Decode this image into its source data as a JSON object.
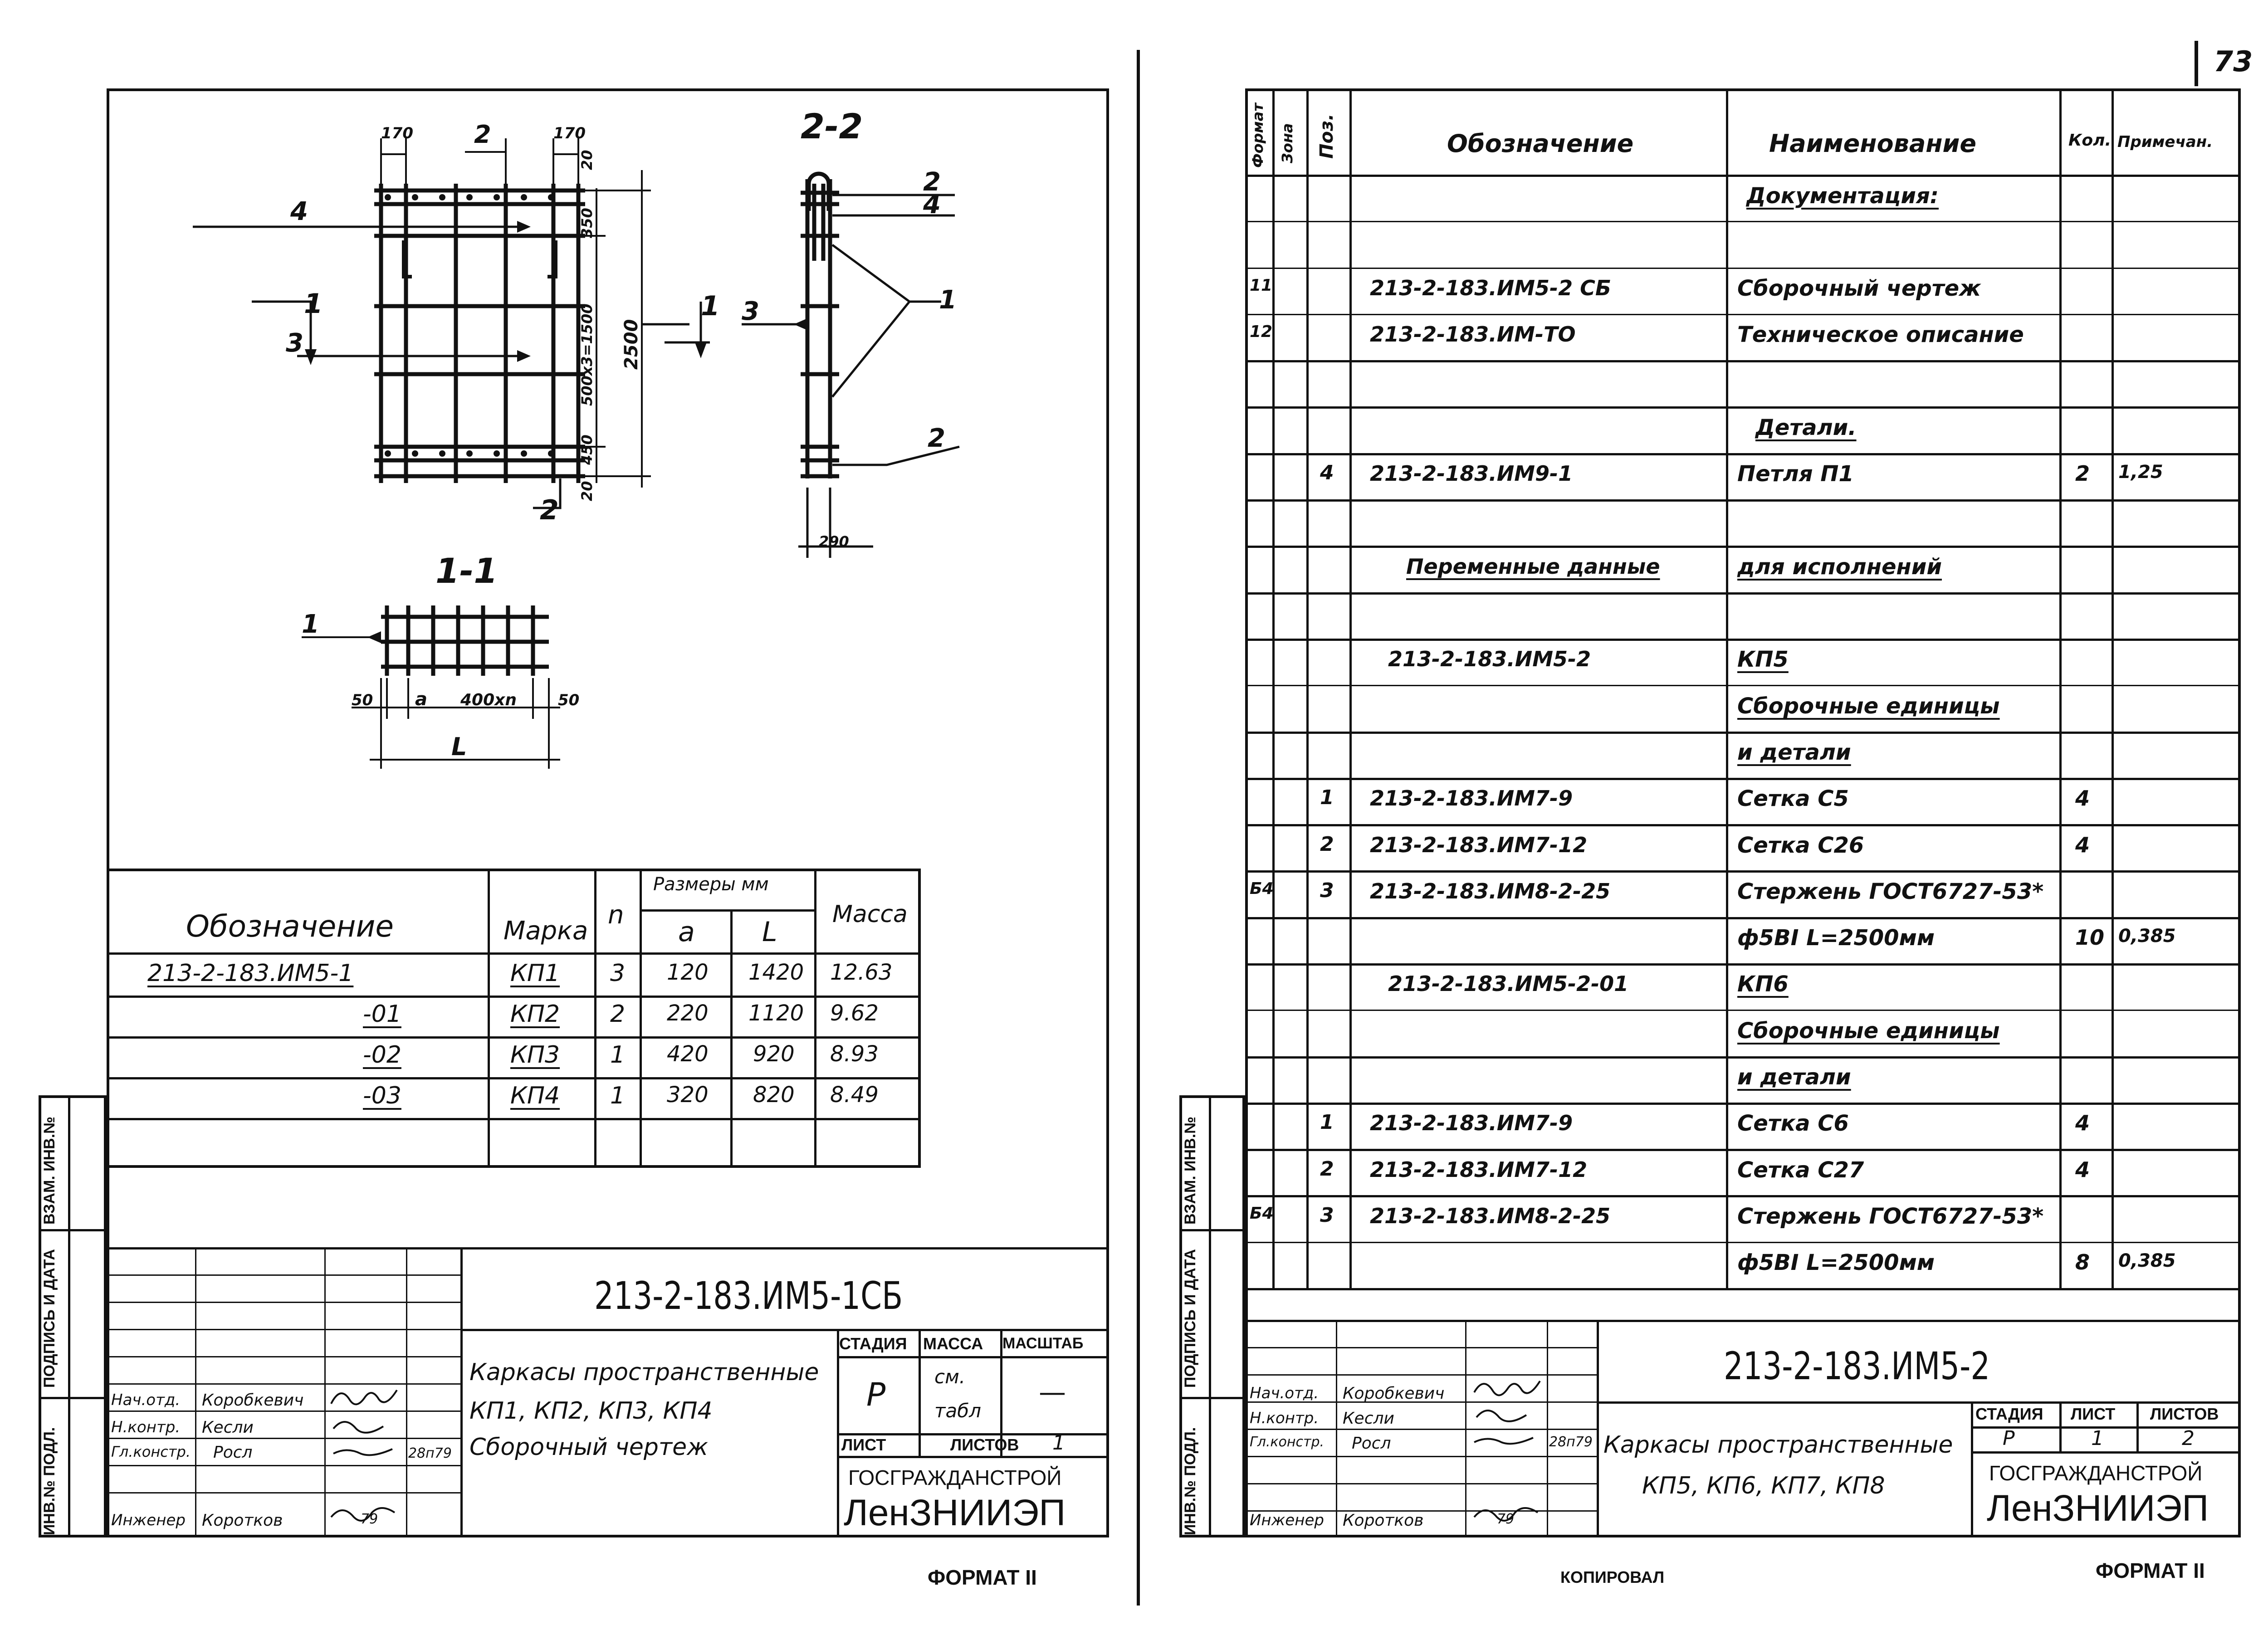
{
  "page_number": "73",
  "left": {
    "drawing": {
      "section_22": "2-2",
      "section_11": "1-1",
      "dims_top": [
        "170",
        "2",
        "170"
      ],
      "dims_vertical": [
        "20",
        "350",
        "500x3=1500",
        "450",
        "20"
      ],
      "dim_2500": "2500",
      "dim_290": "290",
      "dims_bottom": [
        "50",
        "a",
        "400xn",
        "50"
      ],
      "dim_L": "L",
      "labels": [
        "1",
        "2",
        "3",
        "4"
      ]
    },
    "marks_table": {
      "h_designation": "Обозначение",
      "h_mark": "Марка",
      "h_n": "n",
      "h_sizes": "Размеры мм",
      "h_a": "a",
      "h_L": "L",
      "h_mass": "Масса",
      "rows": [
        {
          "designation": "213-2-183.ИМ5-1",
          "mark": "КП1",
          "n": "3",
          "a": "120",
          "L": "1420",
          "mass": "12.63"
        },
        {
          "designation": "-01",
          "mark": "КП2",
          "n": "2",
          "a": "220",
          "L": "1120",
          "mass": "9.62"
        },
        {
          "designation": "-02",
          "mark": "КП3",
          "n": "1",
          "a": "420",
          "L": "920",
          "mass": "8.93"
        },
        {
          "designation": "-03",
          "mark": "КП4",
          "n": "1",
          "a": "320",
          "L": "820",
          "mass": "8.49"
        }
      ]
    },
    "side_labels": [
      "ВЗАМ. ИНВ.№",
      "ПОДПИСЬ И ДАТА",
      "ИНВ.№ ПОДЛ."
    ],
    "title_block": {
      "code": "213-2-183.ИМ5-1СБ",
      "name_lines": [
        "Каркасы пространственные",
        "КП1, КП2, КП3, КП4",
        "Сборочный чертеж"
      ],
      "stage_h": "СТАДИЯ",
      "mass_h": "МАССА",
      "scale_h": "МАСШТАБ",
      "stage": "Р",
      "mass_lines": [
        "см.",
        "табл"
      ],
      "scale": "—",
      "sheet_h": "ЛИСТ",
      "sheets_h": "ЛИСТОВ",
      "sheets": "1",
      "org1": "ГОСГРАЖДАНСТРОЙ",
      "org2": "ЛенЗНИИЭП",
      "people": [
        {
          "role": "Нач.отд.",
          "name": "Коробкевич",
          "date": ""
        },
        {
          "role": "Н.контр.",
          "name": "Кесли",
          "date": ""
        },
        {
          "role": "Гл.констр.",
          "name": "Росл",
          "date": "28п79"
        },
        {
          "role": "Инженер",
          "name": "Коротков",
          "date": "79"
        }
      ]
    },
    "format": "ФОРМАТ II"
  },
  "right": {
    "spec_headers": {
      "format": "Формат",
      "zone": "Зона",
      "pos": "Поз.",
      "designation": "Обозначение",
      "name": "Наименование",
      "qty": "Кол.",
      "note": "Примечан."
    },
    "spec_rows": [
      {
        "fmt": "",
        "pos": "",
        "des": "",
        "name": "Документация:",
        "qty": "",
        "note": "",
        "name_u": true
      },
      {
        "fmt": "",
        "pos": "",
        "des": "",
        "name": "",
        "qty": "",
        "note": ""
      },
      {
        "fmt": "11",
        "pos": "",
        "des": "213-2-183.ИМ5-2 СБ",
        "name": "Сборочный чертеж",
        "qty": "",
        "note": ""
      },
      {
        "fmt": "12",
        "pos": "",
        "des": "213-2-183.ИМ-ТО",
        "name": "Техническое описание",
        "qty": "",
        "note": ""
      },
      {
        "fmt": "",
        "pos": "",
        "des": "",
        "name": "",
        "qty": "",
        "note": ""
      },
      {
        "fmt": "",
        "pos": "",
        "des": "",
        "name": "Детали.",
        "qty": "",
        "note": "",
        "name_u": true
      },
      {
        "fmt": "",
        "pos": "4",
        "des": "213-2-183.ИМ9-1",
        "name": "Петля П1",
        "qty": "2",
        "note": "1,25"
      },
      {
        "fmt": "",
        "pos": "",
        "des": "",
        "name": "",
        "qty": "",
        "note": ""
      },
      {
        "fmt": "",
        "pos": "",
        "des": "Переменные данные",
        "name": "для исполнений",
        "qty": "",
        "note": "",
        "des_u": true,
        "name_u": true
      },
      {
        "fmt": "",
        "pos": "",
        "des": "",
        "name": "",
        "qty": "",
        "note": ""
      },
      {
        "fmt": "",
        "pos": "",
        "des": "213-2-183.ИМ5-2",
        "name": "КП5",
        "qty": "",
        "note": "",
        "name_u": true
      },
      {
        "fmt": "",
        "pos": "",
        "des": "",
        "name": "Сборочные единицы",
        "qty": "",
        "note": "",
        "name_u": true
      },
      {
        "fmt": "",
        "pos": "",
        "des": "",
        "name": "и детали",
        "qty": "",
        "note": "",
        "name_u": true
      },
      {
        "fmt": "",
        "pos": "1",
        "des": "213-2-183.ИМ7-9",
        "name": "Сетка С5",
        "qty": "4",
        "note": ""
      },
      {
        "fmt": "",
        "pos": "2",
        "des": "213-2-183.ИМ7-12",
        "name": "Сетка С26",
        "qty": "4",
        "note": ""
      },
      {
        "fmt": "Б4",
        "pos": "3",
        "des": "213-2-183.ИМ8-2-25",
        "name": "Стержень ГОСТ6727-53*",
        "qty": "",
        "note": ""
      },
      {
        "fmt": "",
        "pos": "",
        "des": "",
        "name": "ф5ВI L=2500мм",
        "qty": "10",
        "note": "0,385"
      },
      {
        "fmt": "",
        "pos": "",
        "des": "213-2-183.ИМ5-2-01",
        "name": "КП6",
        "qty": "",
        "note": "",
        "name_u": true
      },
      {
        "fmt": "",
        "pos": "",
        "des": "",
        "name": "Сборочные единицы",
        "qty": "",
        "note": "",
        "name_u": true
      },
      {
        "fmt": "",
        "pos": "",
        "des": "",
        "name": "и детали",
        "qty": "",
        "note": "",
        "name_u": true
      },
      {
        "fmt": "",
        "pos": "1",
        "des": "213-2-183.ИМ7-9",
        "name": "Сетка С6",
        "qty": "4",
        "note": ""
      },
      {
        "fmt": "",
        "pos": "2",
        "des": "213-2-183.ИМ7-12",
        "name": "Сетка С27",
        "qty": "4",
        "note": ""
      },
      {
        "fmt": "Б4",
        "pos": "3",
        "des": "213-2-183.ИМ8-2-25",
        "name": "Стержень ГОСТ6727-53*",
        "qty": "",
        "note": ""
      },
      {
        "fmt": "",
        "pos": "",
        "des": "",
        "name": "ф5ВI L=2500мм",
        "qty": "8",
        "note": "0,385"
      }
    ],
    "side_labels": [
      "ВЗАМ. ИНВ.№",
      "ПОДПИСЬ И ДАТА",
      "ИНВ.№ ПОДЛ."
    ],
    "title_block": {
      "code": "213-2-183.ИМ5-2",
      "name_lines": [
        "Каркасы пространственные",
        "КП5, КП6, КП7, КП8"
      ],
      "stage_h": "СТАДИЯ",
      "sheet_h": "ЛИСТ",
      "sheets_h": "ЛИСТОВ",
      "stage": "Р",
      "sheet": "1",
      "sheets": "2",
      "org1": "ГОСГРАЖДАНСТРОЙ",
      "org2": "ЛенЗНИИЭП",
      "people": [
        {
          "role": "Нач.отд.",
          "name": "Коробкевич",
          "date": ""
        },
        {
          "role": "Н.контр.",
          "name": "Кесли",
          "date": ""
        },
        {
          "role": "Гл.констр.",
          "name": "Росл",
          "date": "28п79"
        },
        {
          "role": "Инженер",
          "name": "Коротков",
          "date": "79"
        }
      ]
    },
    "copied": "КОПИРОВАЛ",
    "format": "ФОРМАТ II"
  }
}
